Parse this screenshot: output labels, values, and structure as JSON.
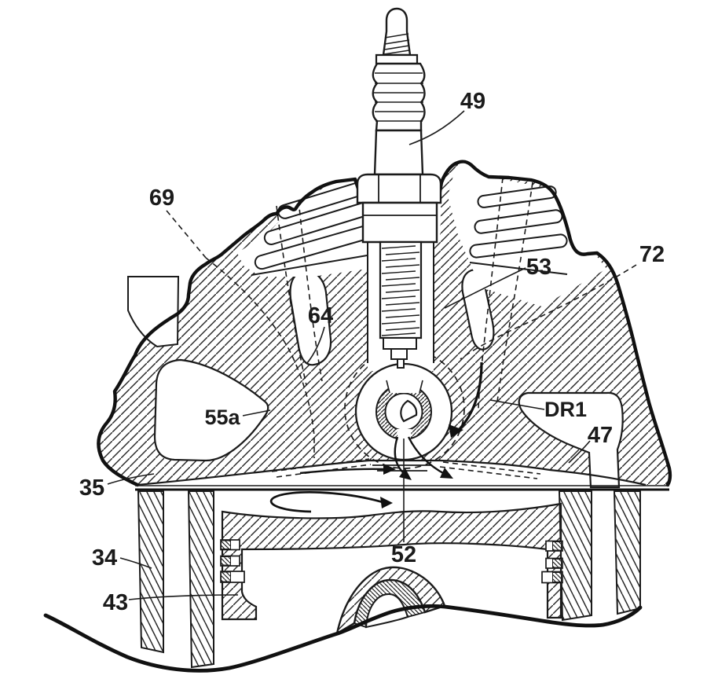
{
  "figure": {
    "labels": {
      "n49": "49",
      "n69": "69",
      "n53": "53",
      "n72": "72",
      "n64": "64",
      "n55a": "55a",
      "dr1": "DR1",
      "n47": "47",
      "n35": "35",
      "n52": "52",
      "n34": "34",
      "n43": "43"
    },
    "colors": {
      "line": "#1b1b1b",
      "background": "#ffffff"
    }
  }
}
